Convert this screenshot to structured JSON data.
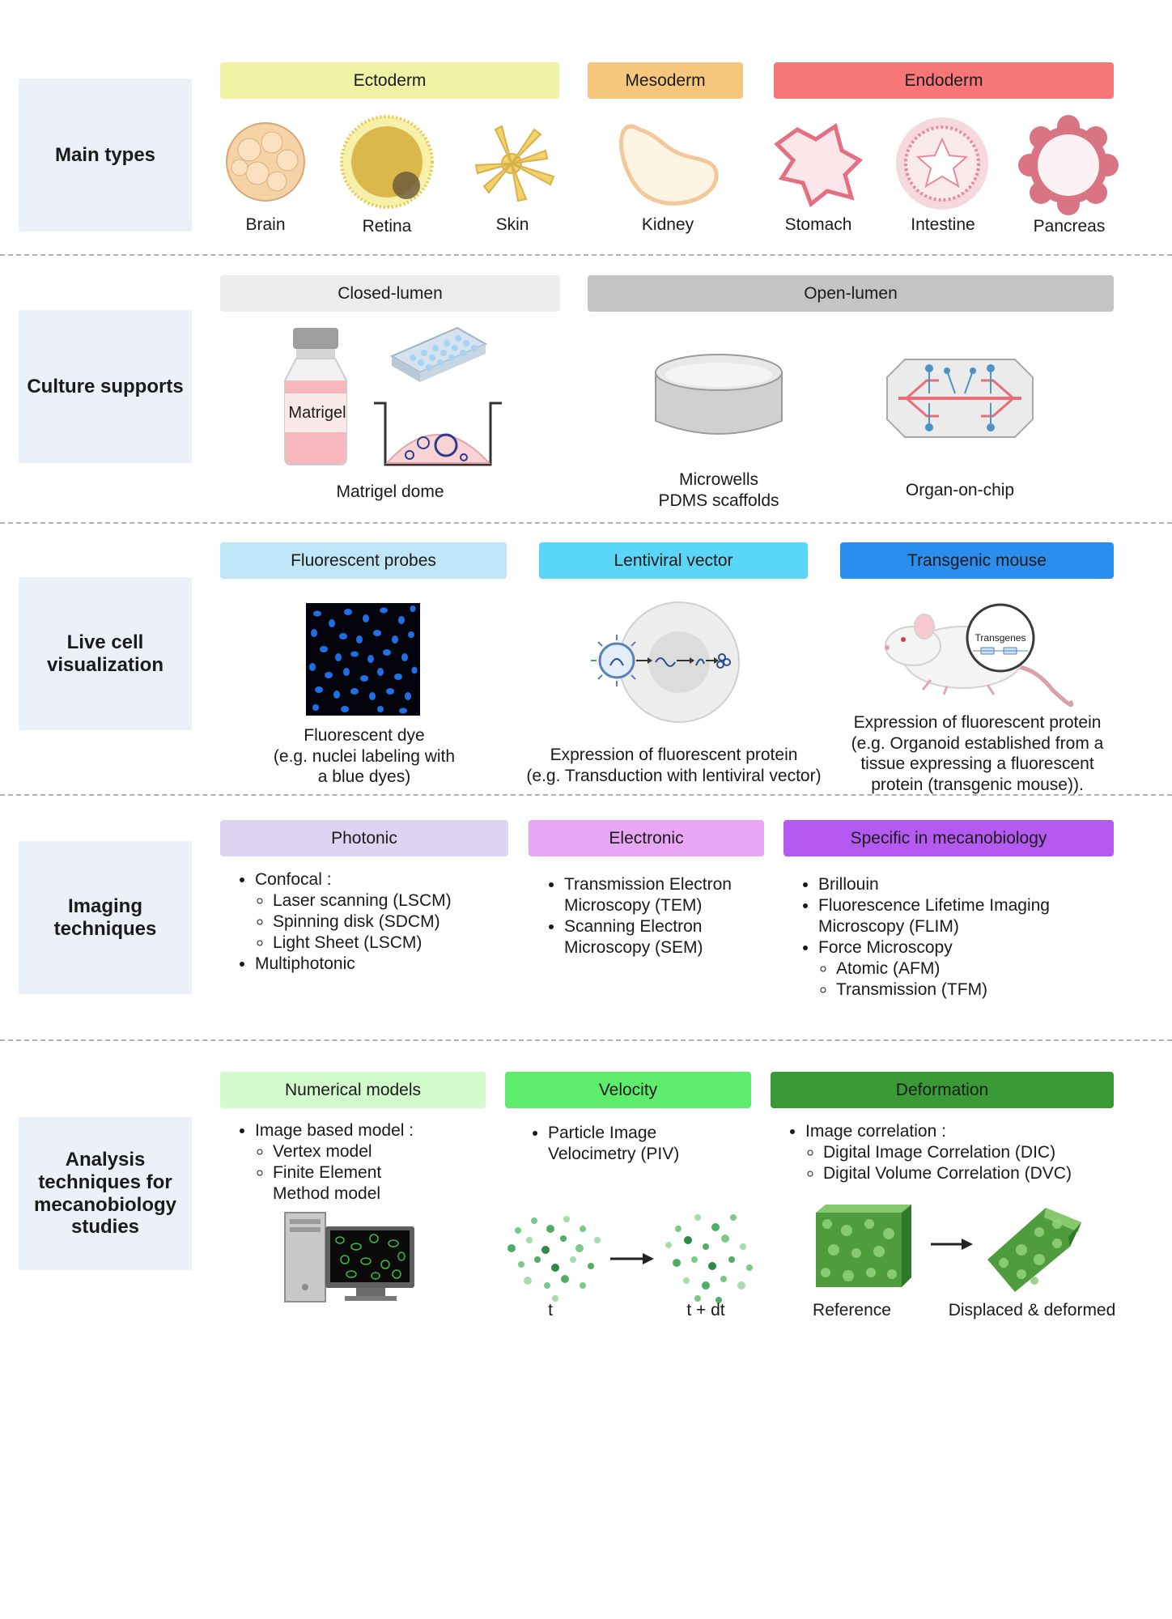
{
  "rows": {
    "main_types": "Main types",
    "culture_supports": "Culture supports",
    "live_cell": "Live cell visualization",
    "imaging": "Imaging techniques",
    "analysis": "Analysis techniques for mecanobiology studies"
  },
  "main_types": {
    "headers": [
      "Ectoderm",
      "Mesoderm",
      "Endoderm"
    ],
    "organs": [
      "Brain",
      "Retina",
      "Skin",
      "Kidney",
      "Stomach",
      "Intestine",
      "Pancreas"
    ]
  },
  "culture": {
    "headers": [
      "Closed-lumen",
      "Open-lumen"
    ],
    "matrigel_label": "Matrigel",
    "matrigel_dome": "Matrigel dome",
    "microwells": "Microwells",
    "pdms": "PDMS scaffolds",
    "organ_chip": "Organ-on-chip"
  },
  "live": {
    "headers": [
      "Fluorescent probes",
      "Lentiviral vector",
      "Transgenic mouse"
    ],
    "dye_lines": [
      "Fluorescent dye",
      "(e.g. nuclei labeling with",
      "a blue dyes)"
    ],
    "lenti_lines": [
      "Expression of fluorescent protein",
      "(e.g. Transduction with lentiviral vector)"
    ],
    "mouse_lines": [
      "Expression of fluorescent protein",
      "(e.g. Organoid established from a",
      "tissue expressing a fluorescent",
      "protein (transgenic mouse))."
    ],
    "transgenes": "Transgenes"
  },
  "imaging": {
    "headers": [
      "Photonic",
      "Electronic",
      "Specific in mecanobiology"
    ],
    "photonic": {
      "confocal": "Confocal :",
      "sub": [
        "Laser scanning (LSCM)",
        "Spinning disk (SDCM)",
        "Light Sheet (LSCM)"
      ],
      "multi": "Multiphotonic"
    },
    "electronic": [
      "Transmission Electron Microscopy (TEM)",
      "Scanning Electron Microscopy (SEM)"
    ],
    "specific": {
      "brillouin": "Brillouin",
      "flim": "Fluorescence Lifetime Imaging Microscopy (FLIM)",
      "force": "Force Microscopy",
      "sub": [
        "Atomic (AFM)",
        "Transmission (TFM)"
      ]
    }
  },
  "analysis": {
    "headers": [
      "Numerical models",
      "Velocity",
      "Deformation"
    ],
    "numerical": {
      "main": "Image based model :",
      "sub": [
        "Vertex model",
        "Finite Element Method model"
      ]
    },
    "velocity": "Particle Image Velocimetry (PIV)",
    "deformation": {
      "main": "Image correlation :",
      "sub": [
        "Digital Image Correlation (DIC)",
        "Digital Volume Correlation (DVC)"
      ]
    },
    "t": "t",
    "tdt": "t + dt",
    "reference": "Reference",
    "displaced": "Displaced & deformed"
  },
  "colors": {
    "ectoderm": "#f0f3a6",
    "mesoderm": "#f6c67d",
    "endoderm": "#f77677",
    "closed": "#ececec",
    "open": "#c4c4c4",
    "probes": "#bfe6f6",
    "lenti": "#5ad6f7",
    "transgenic": "#2b8eef",
    "photonic": "#ddd4f3",
    "electronic": "#e8a6f5",
    "specific": "#b55af1",
    "numerical": "#d2fbcd",
    "velocity": "#5eec6c",
    "deformation": "#3a9a35",
    "rowlabel_bg": "#ecf1f9"
  }
}
